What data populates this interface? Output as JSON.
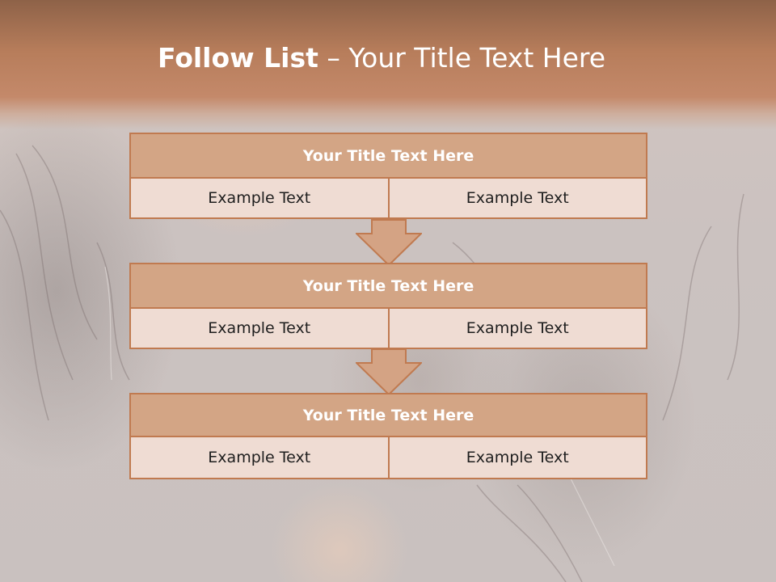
{
  "slide": {
    "title_bold": "Follow List",
    "title_rest": " – Your Title Text Here"
  },
  "steps": [
    {
      "title": "Your Title Text Here",
      "left": "Example Text",
      "right": "Example Text"
    },
    {
      "title": "Your Title Text Here",
      "left": "Example Text",
      "right": "Example Text"
    },
    {
      "title": "Your Title Text Here",
      "left": "Example Text",
      "right": "Example Text"
    }
  ],
  "colors": {
    "header_fill": "#d3a585",
    "row_fill": "#efdcd3",
    "border": "#c07a50",
    "title_band": "#b77d5b"
  },
  "icons": [
    "down-arrow-icon",
    "down-arrow-icon"
  ]
}
